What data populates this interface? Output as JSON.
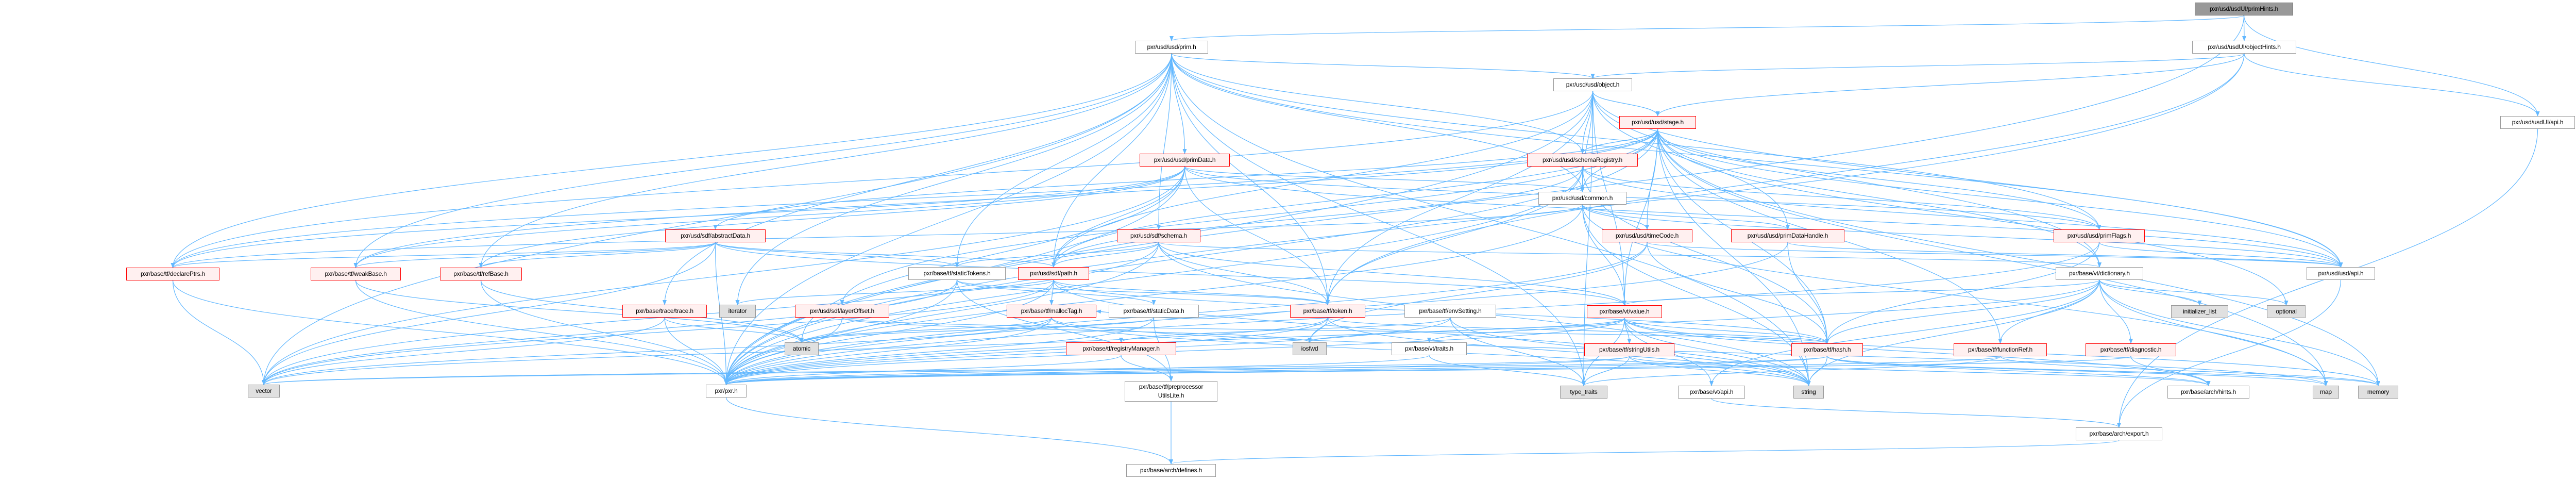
{
  "graph": {
    "title": "pxr/usd/usdUI/primHints.h include dependency graph",
    "colors": {
      "edge": "#63b8ff",
      "root_fill": "#999999",
      "truncated_border": "#ff0000",
      "truncated_fill": "#fff0f0",
      "system_fill": "#e0e0e0"
    },
    "nodes": [
      {
        "id": "primHints",
        "label": "pxr/usd/usdUI/primHints.h",
        "type": "root"
      },
      {
        "id": "objectHints",
        "label": "pxr/usd/usdUI/objectHints.h",
        "type": "documented"
      },
      {
        "id": "prim",
        "label": "pxr/usd/usd/prim.h",
        "type": "documented"
      },
      {
        "id": "object",
        "label": "pxr/usd/usd/object.h",
        "type": "documented"
      },
      {
        "id": "stage",
        "label": "pxr/usd/usd/stage.h",
        "type": "truncated"
      },
      {
        "id": "usdUIapi",
        "label": "pxr/usd/usdUI/api.h",
        "type": "documented"
      },
      {
        "id": "primData",
        "label": "pxr/usd/usd/primData.h",
        "type": "truncated"
      },
      {
        "id": "schemaRegistry",
        "label": "pxr/usd/usd/schemaRegistry.h",
        "type": "truncated"
      },
      {
        "id": "common",
        "label": "pxr/usd/usd/common.h",
        "type": "documented"
      },
      {
        "id": "abstractData",
        "label": "pxr/usd/sdf/abstractData.h",
        "type": "truncated"
      },
      {
        "id": "schema",
        "label": "pxr/usd/sdf/schema.h",
        "type": "truncated"
      },
      {
        "id": "timeCode",
        "label": "pxr/usd/usd/timeCode.h",
        "type": "truncated"
      },
      {
        "id": "primDataHandle",
        "label": "pxr/usd/usd/primDataHandle.h",
        "type": "truncated"
      },
      {
        "id": "primFlags",
        "label": "pxr/usd/usd/primFlags.h",
        "type": "truncated"
      },
      {
        "id": "declarePtrs",
        "label": "pxr/base/tf/declarePtrs.h",
        "type": "truncated"
      },
      {
        "id": "weakBase",
        "label": "pxr/base/tf/weakBase.h",
        "type": "truncated"
      },
      {
        "id": "refBase",
        "label": "pxr/base/tf/refBase.h",
        "type": "truncated"
      },
      {
        "id": "staticTokens",
        "label": "pxr/base/tf/staticTokens.h",
        "type": "documented"
      },
      {
        "id": "path",
        "label": "pxr/usd/sdf/path.h",
        "type": "truncated"
      },
      {
        "id": "dictionary",
        "label": "pxr/base/vt/dictionary.h",
        "type": "documented"
      },
      {
        "id": "usdApi",
        "label": "pxr/usd/usd/api.h",
        "type": "documented"
      },
      {
        "id": "trace",
        "label": "pxr/base/trace/trace.h",
        "type": "truncated"
      },
      {
        "id": "iterator",
        "label": "iterator",
        "type": "system"
      },
      {
        "id": "layerOffset",
        "label": "pxr/usd/sdf/layerOffset.h",
        "type": "truncated"
      },
      {
        "id": "mallocTag",
        "label": "pxr/base/tf/mallocTag.h",
        "type": "truncated"
      },
      {
        "id": "staticData",
        "label": "pxr/base/tf/staticData.h",
        "type": "documented"
      },
      {
        "id": "token",
        "label": "pxr/base/tf/token.h",
        "type": "truncated"
      },
      {
        "id": "envSetting",
        "label": "pxr/base/tf/envSetting.h",
        "type": "documented"
      },
      {
        "id": "value",
        "label": "pxr/base/vt/value.h",
        "type": "truncated"
      },
      {
        "id": "initializer_list",
        "label": "initializer_list",
        "type": "system"
      },
      {
        "id": "optional",
        "label": "optional",
        "type": "system"
      },
      {
        "id": "atomic",
        "label": "atomic",
        "type": "system"
      },
      {
        "id": "registryManager",
        "label": "pxr/base/tf/registryManager.h",
        "type": "truncated"
      },
      {
        "id": "iosfwd",
        "label": "iosfwd",
        "type": "system"
      },
      {
        "id": "vtTraits",
        "label": "pxr/base/vt/traits.h",
        "type": "documented"
      },
      {
        "id": "stringUtils",
        "label": "pxr/base/tf/stringUtils.h",
        "type": "truncated"
      },
      {
        "id": "hash",
        "label": "pxr/base/tf/hash.h",
        "type": "truncated"
      },
      {
        "id": "functionRef",
        "label": "pxr/base/tf/functionRef.h",
        "type": "truncated"
      },
      {
        "id": "diagnostic",
        "label": "pxr/base/tf/diagnostic.h",
        "type": "truncated"
      },
      {
        "id": "vector",
        "label": "vector",
        "type": "system"
      },
      {
        "id": "pxr",
        "label": "pxr/pxr.h",
        "type": "documented"
      },
      {
        "id": "preprocessorUtilsLite",
        "label": "pxr/base/tf/preprocessor UtilsLite.h",
        "type": "documented"
      },
      {
        "id": "type_traits",
        "label": "type_traits",
        "type": "system"
      },
      {
        "id": "vtApi",
        "label": "pxr/base/vt/api.h",
        "type": "documented"
      },
      {
        "id": "string",
        "label": "string",
        "type": "system"
      },
      {
        "id": "archHints",
        "label": "pxr/base/arch/hints.h",
        "type": "documented"
      },
      {
        "id": "map",
        "label": "map",
        "type": "system"
      },
      {
        "id": "memory",
        "label": "memory",
        "type": "system"
      },
      {
        "id": "archExport",
        "label": "pxr/base/arch/export.h",
        "type": "documented"
      },
      {
        "id": "archDefines",
        "label": "pxr/base/arch/defines.h",
        "type": "documented"
      }
    ],
    "edges": [
      [
        "primHints",
        "objectHints"
      ],
      [
        "primHints",
        "prim"
      ],
      [
        "primHints",
        "usdUIapi"
      ],
      [
        "primHints",
        "pxr"
      ],
      [
        "objectHints",
        "object"
      ],
      [
        "objectHints",
        "usdUIapi"
      ],
      [
        "objectHints",
        "pxr"
      ],
      [
        "objectHints",
        "token"
      ],
      [
        "objectHints",
        "stage"
      ],
      [
        "prim",
        "object"
      ],
      [
        "prim",
        "common"
      ],
      [
        "prim",
        "primData"
      ],
      [
        "prim",
        "schemaRegistry"
      ],
      [
        "prim",
        "primFlags"
      ],
      [
        "prim",
        "path"
      ],
      [
        "prim",
        "token"
      ],
      [
        "prim",
        "declarePtrs"
      ],
      [
        "prim",
        "refBase"
      ],
      [
        "prim",
        "weakBase"
      ],
      [
        "prim",
        "vector"
      ],
      [
        "prim",
        "string"
      ],
      [
        "prim",
        "iterator"
      ],
      [
        "prim",
        "type_traits"
      ],
      [
        "prim",
        "usdApi"
      ],
      [
        "prim",
        "schema"
      ],
      [
        "prim",
        "trace"
      ],
      [
        "prim",
        "pxr"
      ],
      [
        "prim",
        "staticTokens"
      ],
      [
        "object",
        "stage"
      ],
      [
        "object",
        "common"
      ],
      [
        "object",
        "primDataHandle"
      ],
      [
        "object",
        "dictionary"
      ],
      [
        "object",
        "path"
      ],
      [
        "object",
        "usdApi"
      ],
      [
        "object",
        "value"
      ],
      [
        "object",
        "type_traits"
      ],
      [
        "object",
        "token"
      ],
      [
        "object",
        "declarePtrs"
      ],
      [
        "object",
        "pxr"
      ],
      [
        "object",
        "schemaRegistry"
      ],
      [
        "stage",
        "schemaRegistry"
      ],
      [
        "stage",
        "common"
      ],
      [
        "stage",
        "primFlags"
      ],
      [
        "stage",
        "timeCode"
      ],
      [
        "stage",
        "abstractData"
      ],
      [
        "stage",
        "declarePtrs"
      ],
      [
        "stage",
        "path"
      ],
      [
        "stage",
        "value"
      ],
      [
        "stage",
        "usdApi"
      ],
      [
        "stage",
        "hash"
      ],
      [
        "stage",
        "functionRef"
      ],
      [
        "stage",
        "optional"
      ],
      [
        "stage",
        "string"
      ],
      [
        "stage",
        "memory"
      ],
      [
        "stage",
        "map"
      ],
      [
        "stage",
        "dictionary"
      ],
      [
        "stage",
        "layerOffset"
      ],
      [
        "stage",
        "weakBase"
      ],
      [
        "stage",
        "pxr"
      ],
      [
        "usdUIapi",
        "archExport"
      ],
      [
        "primData",
        "common"
      ],
      [
        "primData",
        "primFlags"
      ],
      [
        "primData",
        "path"
      ],
      [
        "primData",
        "token"
      ],
      [
        "primData",
        "declarePtrs"
      ],
      [
        "primData",
        "weakBase"
      ],
      [
        "primData",
        "refBase"
      ],
      [
        "primData",
        "atomic"
      ],
      [
        "primData",
        "vector"
      ],
      [
        "primData",
        "usdApi"
      ],
      [
        "primData",
        "pxr"
      ],
      [
        "schemaRegistry",
        "common"
      ],
      [
        "schemaRegistry",
        "primFlags"
      ],
      [
        "schemaRegistry",
        "path"
      ],
      [
        "schemaRegistry",
        "token"
      ],
      [
        "schemaRegistry",
        "usdApi"
      ],
      [
        "schemaRegistry",
        "hash"
      ],
      [
        "schemaRegistry",
        "pxr"
      ],
      [
        "common",
        "timeCode"
      ],
      [
        "common",
        "primDataHandle"
      ],
      [
        "common",
        "usdApi"
      ],
      [
        "common",
        "value"
      ],
      [
        "common",
        "declarePtrs"
      ],
      [
        "common",
        "string"
      ],
      [
        "common",
        "map"
      ],
      [
        "common",
        "pxr"
      ],
      [
        "abstractData",
        "path"
      ],
      [
        "abstractData",
        "staticTokens"
      ],
      [
        "abstractData",
        "declarePtrs"
      ],
      [
        "abstractData",
        "refBase"
      ],
      [
        "abstractData",
        "weakBase"
      ],
      [
        "abstractData",
        "value"
      ],
      [
        "abstractData",
        "vector"
      ],
      [
        "abstractData",
        "pxr"
      ],
      [
        "schema",
        "path"
      ],
      [
        "schema",
        "staticTokens"
      ],
      [
        "schema",
        "token"
      ],
      [
        "schema",
        "value"
      ],
      [
        "schema",
        "dictionary"
      ],
      [
        "schema",
        "vector"
      ],
      [
        "schema",
        "pxr"
      ],
      [
        "schema",
        "string"
      ],
      [
        "timeCode",
        "usdApi"
      ],
      [
        "timeCode",
        "hash"
      ],
      [
        "timeCode",
        "pxr"
      ],
      [
        "timeCode",
        "iosfwd"
      ],
      [
        "primDataHandle",
        "hash"
      ],
      [
        "primDataHandle",
        "usdApi"
      ],
      [
        "primDataHandle",
        "pxr"
      ],
      [
        "primFlags",
        "usdApi"
      ],
      [
        "primFlags",
        "hash"
      ],
      [
        "primFlags",
        "pxr"
      ],
      [
        "declarePtrs",
        "pxr"
      ],
      [
        "declarePtrs",
        "vector"
      ],
      [
        "weakBase",
        "pxr"
      ],
      [
        "weakBase",
        "atomic"
      ],
      [
        "refBase",
        "pxr"
      ],
      [
        "refBase",
        "atomic"
      ],
      [
        "staticTokens",
        "token"
      ],
      [
        "staticTokens",
        "staticData"
      ],
      [
        "staticTokens",
        "preprocessorUtilsLite"
      ],
      [
        "staticTokens",
        "vector"
      ],
      [
        "staticTokens",
        "pxr"
      ],
      [
        "path",
        "token"
      ],
      [
        "path",
        "hash"
      ],
      [
        "path",
        "iterator"
      ],
      [
        "path",
        "string"
      ],
      [
        "path",
        "vector"
      ],
      [
        "path",
        "pxr"
      ],
      [
        "path",
        "mallocTag"
      ],
      [
        "dictionary",
        "value"
      ],
      [
        "dictionary",
        "hash"
      ],
      [
        "dictionary",
        "functionRef"
      ],
      [
        "dictionary",
        "initializer_list"
      ],
      [
        "dictionary",
        "optional"
      ],
      [
        "dictionary",
        "map"
      ],
      [
        "dictionary",
        "memory"
      ],
      [
        "dictionary",
        "vtApi"
      ],
      [
        "dictionary",
        "diagnostic"
      ],
      [
        "dictionary",
        "pxr"
      ],
      [
        "dictionary",
        "string"
      ],
      [
        "usdApi",
        "archExport"
      ],
      [
        "trace",
        "pxr"
      ],
      [
        "trace",
        "atomic"
      ],
      [
        "trace",
        "vector"
      ],
      [
        "layerOffset",
        "pxr"
      ],
      [
        "layerOffset",
        "hash"
      ],
      [
        "layerOffset",
        "iosfwd"
      ],
      [
        "mallocTag",
        "pxr"
      ],
      [
        "mallocTag",
        "atomic"
      ],
      [
        "mallocTag",
        "string"
      ],
      [
        "mallocTag",
        "map"
      ],
      [
        "mallocTag",
        "vector"
      ],
      [
        "staticData",
        "pxr"
      ],
      [
        "staticData",
        "preprocessorUtilsLite"
      ],
      [
        "staticData",
        "atomic"
      ],
      [
        "token",
        "hash"
      ],
      [
        "token",
        "iosfwd"
      ],
      [
        "token",
        "string"
      ],
      [
        "token",
        "vector"
      ],
      [
        "token",
        "pxr"
      ],
      [
        "token",
        "mallocTag"
      ],
      [
        "envSetting",
        "pxr"
      ],
      [
        "envSetting",
        "registryManager"
      ],
      [
        "envSetting",
        "string"
      ],
      [
        "envSetting",
        "type_traits"
      ],
      [
        "value",
        "stringUtils"
      ],
      [
        "value",
        "hash"
      ],
      [
        "value",
        "vtTraits"
      ],
      [
        "value",
        "vtApi"
      ],
      [
        "value",
        "type_traits"
      ],
      [
        "value",
        "string"
      ],
      [
        "value",
        "iosfwd"
      ],
      [
        "value",
        "memory"
      ],
      [
        "value",
        "archHints"
      ],
      [
        "value",
        "pxr"
      ],
      [
        "registryManager",
        "preprocessorUtilsLite"
      ],
      [
        "registryManager",
        "pxr"
      ],
      [
        "vtTraits",
        "type_traits"
      ],
      [
        "vtTraits",
        "pxr"
      ],
      [
        "stringUtils",
        "type_traits"
      ],
      [
        "stringUtils",
        "string"
      ],
      [
        "stringUtils",
        "vector"
      ],
      [
        "stringUtils",
        "pxr"
      ],
      [
        "stringUtils",
        "archHints"
      ],
      [
        "hash",
        "string"
      ],
      [
        "hash",
        "map"
      ],
      [
        "hash",
        "memory"
      ],
      [
        "hash",
        "vector"
      ],
      [
        "hash",
        "archHints"
      ],
      [
        "hash",
        "pxr"
      ],
      [
        "functionRef",
        "pxr"
      ],
      [
        "functionRef",
        "type_traits"
      ],
      [
        "functionRef",
        "memory"
      ],
      [
        "diagnostic",
        "archHints"
      ],
      [
        "diagnostic",
        "pxr"
      ],
      [
        "vtApi",
        "archExport"
      ],
      [
        "preprocessorUtilsLite",
        "archDefines"
      ],
      [
        "pxr",
        "archDefines"
      ],
      [
        "archExport",
        "archDefines"
      ]
    ]
  }
}
